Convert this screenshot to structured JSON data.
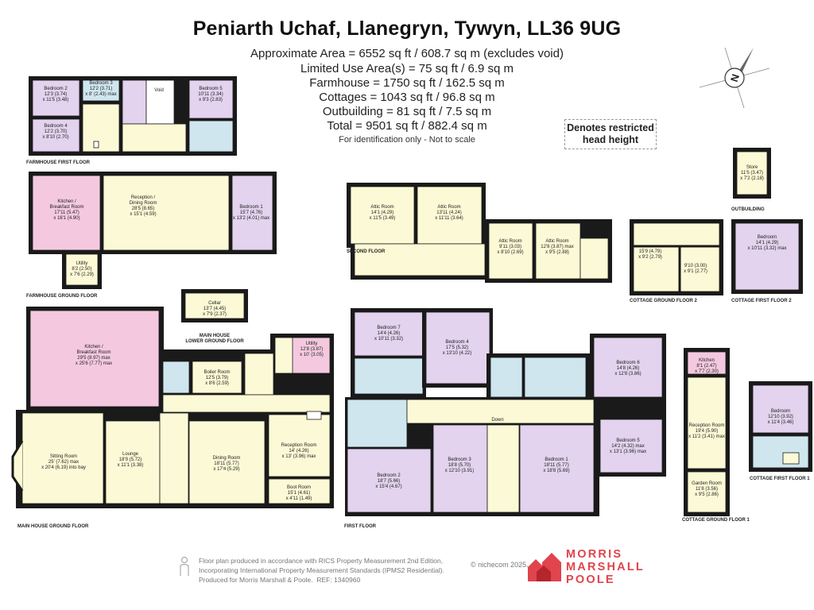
{
  "header": {
    "title": "Peniarth Uchaf, Llanegryn, Tywyn, LL36 9UG",
    "areas": [
      "Approximate Area = 6552 sq ft / 608.7 sq m (excludes void)",
      "Limited Use Area(s) = 75 sq ft / 6.9 sq m",
      "Farmhouse = 1750 sq ft / 162.5 sq m",
      "Cottages = 1043 sq ft / 96.8 sq m",
      "Outbuilding = 81 sq ft / 7.5 sq m",
      "Total = 9501 sq ft / 882.4 sq m"
    ],
    "notice": "For identification only - Not to scale"
  },
  "legend": {
    "line1": "Denotes restricted",
    "line2": "head height"
  },
  "compass": {
    "letter": "N"
  },
  "floors": {
    "farmhouse_first": "FARMHOUSE FIRST FLOOR",
    "farmhouse_ground": "FARMHOUSE GROUND FLOOR",
    "second": "SECOND FLOOR",
    "outbuilding": "OUTBUILDING",
    "cottage_ground_2": "COTTAGE GROUND FLOOR 2",
    "cottage_first_2": "COTTAGE FIRST FLOOR 2",
    "main_lower": "MAIN HOUSE",
    "main_lower_2": "LOWER GROUND FLOOR",
    "main_ground": "MAIN HOUSE GROUND FLOOR",
    "first": "FIRST FLOOR",
    "cottage_ground_1": "COTTAGE GROUND FLOOR 1",
    "cottage_first_1": "COTTAGE FIRST FLOOR 1"
  },
  "rooms": {
    "ff_bed2": [
      "Bedroom 2",
      "12'3 (3.74)",
      "x 11'5 (3.48)"
    ],
    "ff_bed3": [
      "Bedroom 3",
      "12'2 (3.71)",
      "x 8' (2.43) max"
    ],
    "ff_void": [
      "Void"
    ],
    "ff_bed5": [
      "Bedroom 5",
      "10'11 (3.34)",
      "x 9'3 (2.83)"
    ],
    "ff_bed4": [
      "Bedroom 4",
      "12'2 (3.70)",
      "x 8'10 (2.70)"
    ],
    "fg_kitchen": [
      "Kitchen /",
      "Breakfast Room",
      "17'11 (5.47)",
      "x 16'1 (4.90)"
    ],
    "fg_reception": [
      "Reception /",
      "Dining Room",
      "28'5 (8.65)",
      "x 15'1 (4.59)"
    ],
    "fg_bed1": [
      "Bedroom 1",
      "15'7 (4.76)",
      "x 13'2 (4.01) max"
    ],
    "fg_utility": [
      "Utility",
      "8'2 (2.50)",
      "x 7'6 (2.29)"
    ],
    "sf_attic1": [
      "Attic Room",
      "14'1 (4.29)",
      "x 11'5 (3.49)"
    ],
    "sf_attic2": [
      "Attic Room",
      "13'11 (4.24)",
      "x 11'11 (3.64)"
    ],
    "sf_attic3": [
      "Attic Room",
      "9'11 (3.03)",
      "x 8'10 (2.69)"
    ],
    "sf_attic4": [
      "Attic Room",
      "12'8 (3.87) max",
      "x 9'5 (2.88)"
    ],
    "ob_store": [
      "Store",
      "11'5 (3.47)",
      "x 7'2 (2.18)"
    ],
    "cg2_a": [
      "15'9 (4.79)",
      "x 9'2 (2.79)"
    ],
    "cg2_b": [
      "9'10 (3.00)",
      "x 9'1 (2.77)"
    ],
    "cf2_bed": [
      "Bedroom",
      "14'1 (4.29)",
      "x 10'11 (3.32) max"
    ],
    "ml_cellar": [
      "Cellar",
      "13'7 (4.45)",
      "x 7'9 (2.37)"
    ],
    "mg_kitchen": [
      "Kitchen /",
      "Breakfast Room",
      "29'5 (8.97) max",
      "x 25'6 (7.77) max"
    ],
    "mg_boiler": [
      "Boiler Room",
      "12'5 (3.79)",
      "x 8'6 (2.59)"
    ],
    "mg_utility": [
      "Utility",
      "12'8 (3.87)",
      "x 10' (3.05)"
    ],
    "mg_sitting": [
      "Sitting Room",
      "25' (7.62) max",
      "x 20'4 (6.19) into bay"
    ],
    "mg_lounge": [
      "Lounge",
      "18'9 (5.72)",
      "x 11'1 (3.38)"
    ],
    "mg_dining": [
      "Dining Room",
      "18'11 (5.77)",
      "x 17'4 (5.29)"
    ],
    "mg_reception": [
      "Reception Room",
      "14' (4.26)",
      "x 13' (3.96) max"
    ],
    "mg_boot": [
      "Boot Room",
      "15'1 (4.61)",
      "x 4'11 (1.49)"
    ],
    "f1_bed7": [
      "Bedroom 7",
      "14'4 (4.26)",
      "x 10'11 (3.32)"
    ],
    "f1_bed4": [
      "Bedroom 4",
      "17'5 (5.32)",
      "x 13'10 (4.22)"
    ],
    "f1_bed6": [
      "Bedroom 6",
      "14'8 (4.26)",
      "x 12'8 (3.86)"
    ],
    "f1_bed5": [
      "Bedroom 5",
      "14'2 (4.32) max",
      "x 13'1 (3.96) max"
    ],
    "f1_bed2": [
      "Bedroom 2",
      "18'7 (5.66)",
      "x 15'4 (4.67)"
    ],
    "f1_bed3": [
      "Bedroom 3",
      "18'8 (5.70)",
      "x 12'10 (3.91)"
    ],
    "f1_bed1": [
      "Bedroom 1",
      "18'11 (5.77)",
      "x 18'8 (5.69)"
    ],
    "f1_down": [
      "Down"
    ],
    "cg1_kitchen": [
      "Kitchen",
      "8'1 (2.47)",
      "x 7'7 (2.30)"
    ],
    "cg1_reception": [
      "Reception Room",
      "19'4 (5.90)",
      "x 11'2 (3.41) max"
    ],
    "cg1_garden": [
      "Garden Room",
      "11'8 (3.56)",
      "x 9'5 (2.86)"
    ],
    "cf1_bed": [
      "Bedroom",
      "12'10 (3.92)",
      "x 11'4 (3.46)"
    ]
  },
  "footer": {
    "line1": "Floor plan produced in accordance with RICS Property Measurement 2nd Edition,",
    "line2": "Incorporating International Property Measurement Standards (IPMS2 Residential).",
    "line3": "Produced for Morris Marshall & Poole.",
    "ref": "REF:  1340960",
    "copyright": "© nichecom 2025."
  },
  "brand": {
    "line1": "MORRIS",
    "line2": "MARSHALL",
    "line3": "POOLE"
  },
  "colors": {
    "wall": "#1a1a1a",
    "floor": "#fcfad6",
    "bedroom": "#e3d3ee",
    "kitchen": "#f4c9df",
    "bathroom": "#cfe6ef",
    "brand": "#e0444c"
  }
}
